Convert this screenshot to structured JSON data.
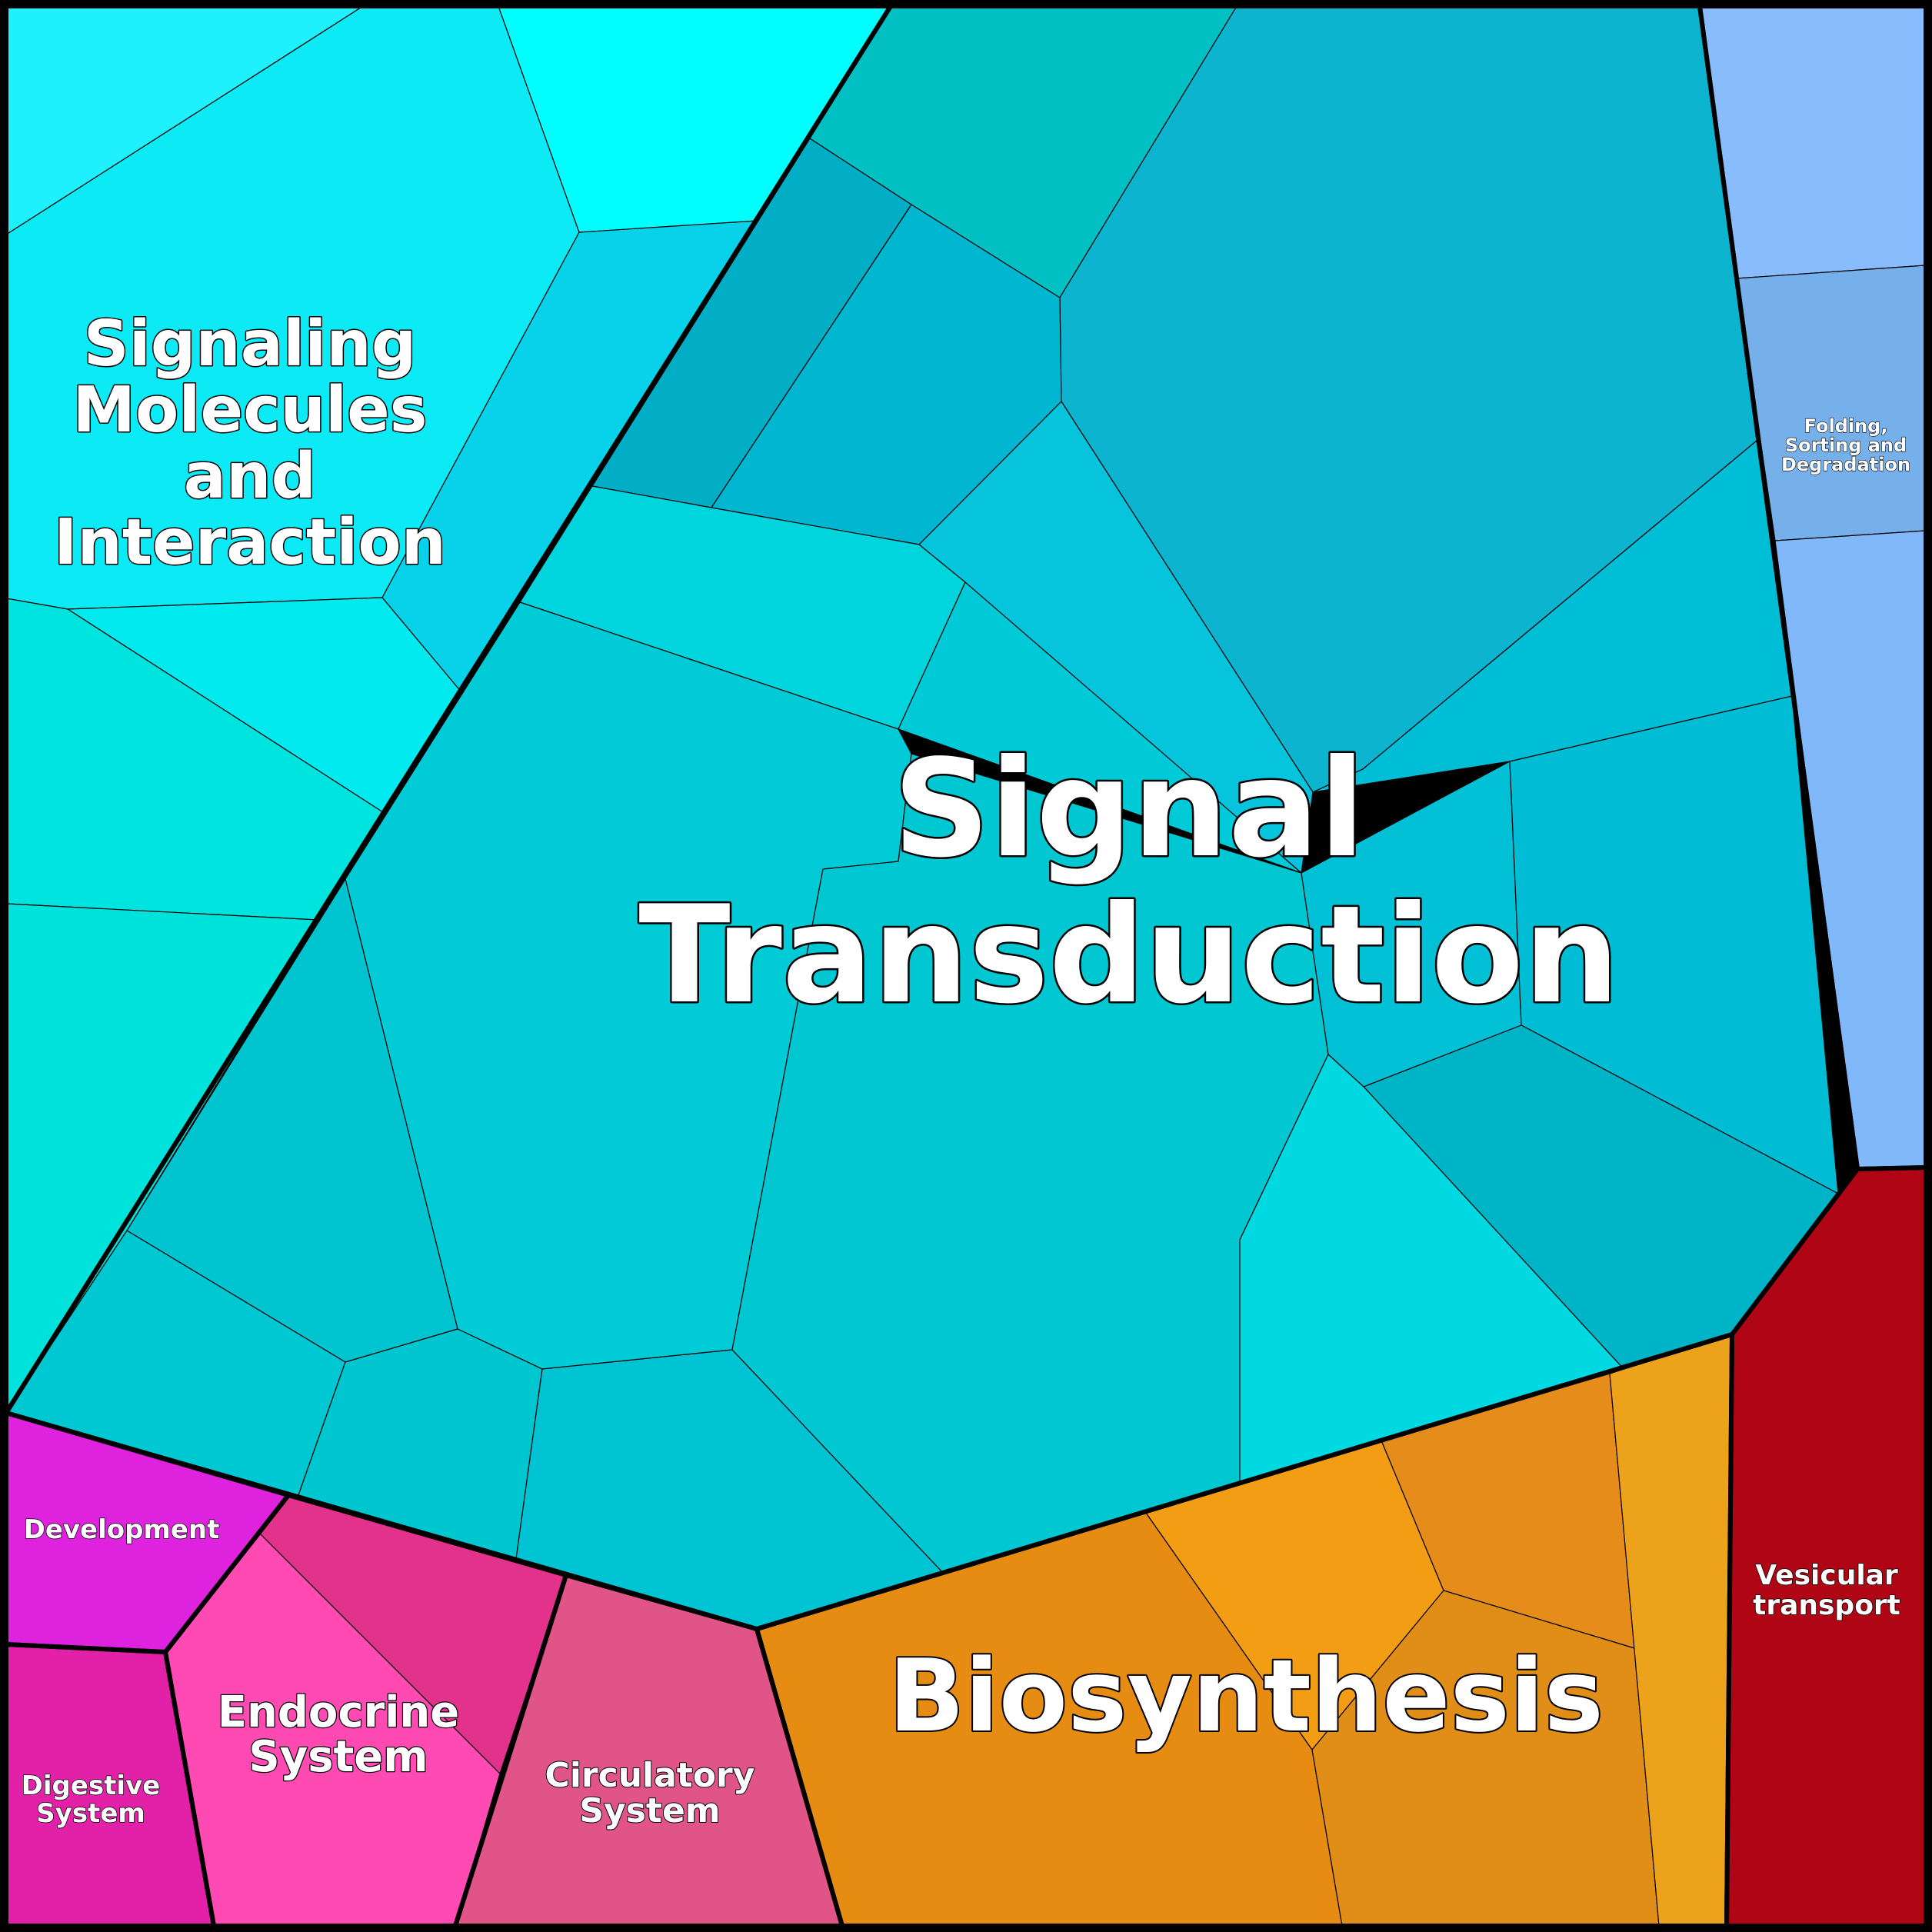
{
  "categories": {
    "signal_transduction": {
      "label": "Signal\nTransduction",
      "color": "#00c4d8"
    },
    "signaling_molecules": {
      "label": "Signaling\nMolecules\nand\nInteraction",
      "color": "#00e8f0"
    },
    "folding_sorting": {
      "label": "Folding,\nSorting and\nDegradation",
      "color": "#80b8fa"
    },
    "vesicular_transport": {
      "label": "Vesicular\ntransport",
      "color": "#b00515"
    },
    "biosynthesis": {
      "label": "Biosynthesis",
      "color": "#e68c12"
    },
    "development": {
      "label": "Development",
      "color": "#de22de"
    },
    "endocrine_system": {
      "label": "Endocrine\nSystem",
      "color": "#ff4ab4"
    },
    "digestive_system": {
      "label": "Digestive\nSystem",
      "color": "#e220a8"
    },
    "circulatory_system": {
      "label": "Circulatory\nSystem",
      "color": "#e05488"
    }
  }
}
